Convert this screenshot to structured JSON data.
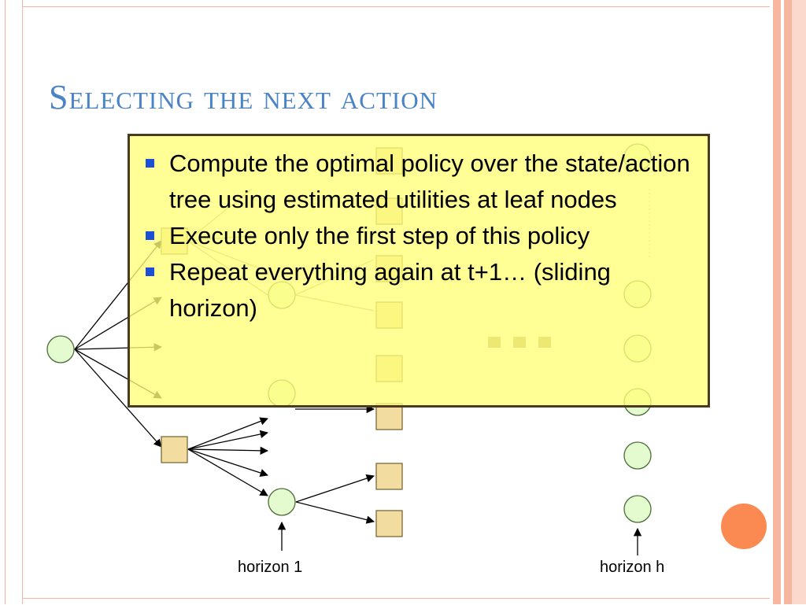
{
  "slide": {
    "title": "Selecting the next action",
    "bullets": [
      "Compute the optimal policy over the state/action tree using estimated utilities at leaf nodes",
      "Execute only the first step of this policy",
      "Repeat everything again at t+1… (sliding horizon)"
    ]
  },
  "labels": {
    "horizon_1": "horizon 1",
    "horizon_h": "horizon h"
  },
  "colors": {
    "title": "#4a83c6",
    "state_node": "#e4fbd0",
    "action_node": "#f2dca0",
    "callout_fill": "#ffff78",
    "callout_border": "#4a3a24",
    "bullet": "#1a4fd6",
    "accent_dot": "#fb8a52"
  }
}
